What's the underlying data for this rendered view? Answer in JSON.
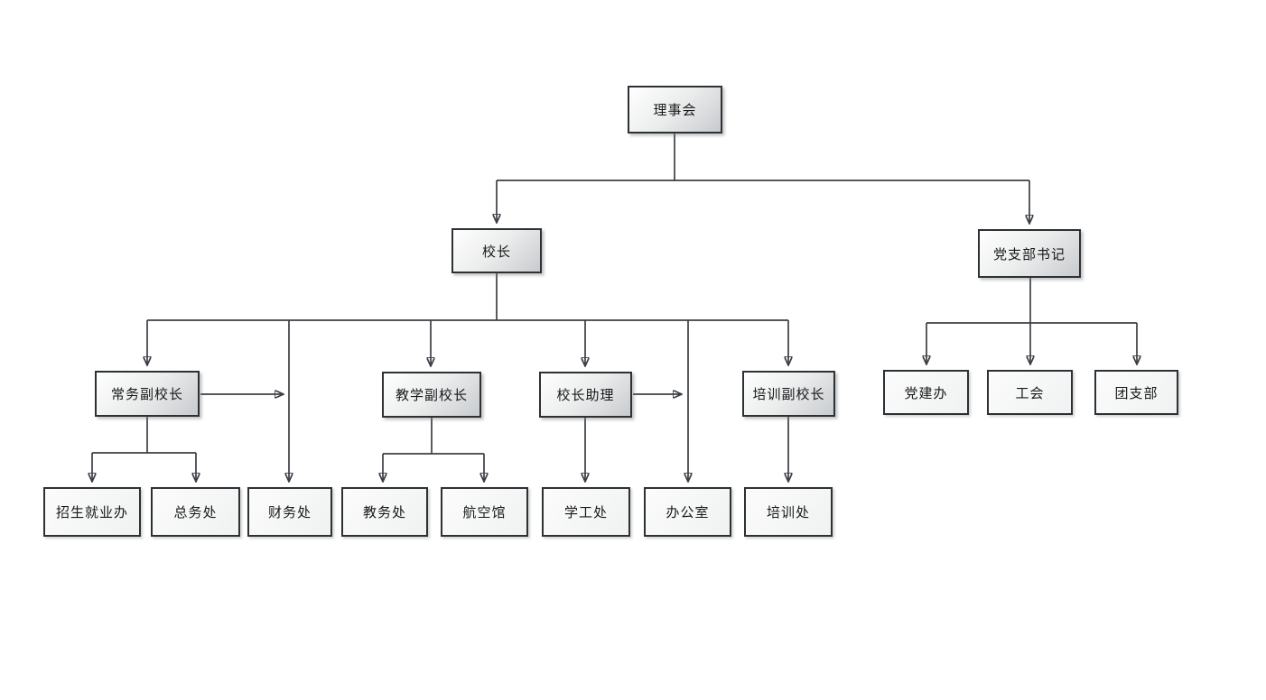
{
  "diagram": {
    "type": "org-chart",
    "background_color": "#ffffff",
    "line_color": "#3b3f44",
    "node_border_color": "#2c3136",
    "nodes": {
      "board": {
        "label": "理事会"
      },
      "principal": {
        "label": "校长"
      },
      "party_secretary": {
        "label": "党支部书记"
      },
      "exec_vp": {
        "label": "常务副校长"
      },
      "teaching_vp": {
        "label": "教学副校长"
      },
      "assistant": {
        "label": "校长助理"
      },
      "training_vp": {
        "label": "培训副校长"
      },
      "party_building": {
        "label": "党建办"
      },
      "union": {
        "label": "工会"
      },
      "league": {
        "label": "团支部"
      },
      "admissions": {
        "label": "招生就业办"
      },
      "general_affairs": {
        "label": "总务处"
      },
      "finance": {
        "label": "财务处"
      },
      "academic": {
        "label": "教务处"
      },
      "aviation": {
        "label": "航空馆"
      },
      "student_affairs": {
        "label": "学工处"
      },
      "office": {
        "label": "办公室"
      },
      "training_office": {
        "label": "培训处"
      }
    },
    "edges": [
      {
        "from": "理事会",
        "to": "校长"
      },
      {
        "from": "理事会",
        "to": "党支部书记"
      },
      {
        "from": "校长",
        "to": "常务副校长"
      },
      {
        "from": "校长",
        "to": "教学副校长"
      },
      {
        "from": "校长",
        "to": "校长助理"
      },
      {
        "from": "校长",
        "to": "培训副校长"
      },
      {
        "from": "校长",
        "to": "财务处"
      },
      {
        "from": "校长",
        "to": "办公室"
      },
      {
        "from": "常务副校长",
        "to": "招生就业办"
      },
      {
        "from": "常务副校长",
        "to": "总务处"
      },
      {
        "from": "常务副校长",
        "to": "财务处"
      },
      {
        "from": "教学副校长",
        "to": "教务处"
      },
      {
        "from": "教学副校长",
        "to": "航空馆"
      },
      {
        "from": "校长助理",
        "to": "学工处"
      },
      {
        "from": "校长助理",
        "to": "办公室"
      },
      {
        "from": "培训副校长",
        "to": "培训处"
      },
      {
        "from": "党支部书记",
        "to": "党建办"
      },
      {
        "from": "党支部书记",
        "to": "工会"
      },
      {
        "from": "党支部书记",
        "to": "团支部"
      }
    ]
  }
}
